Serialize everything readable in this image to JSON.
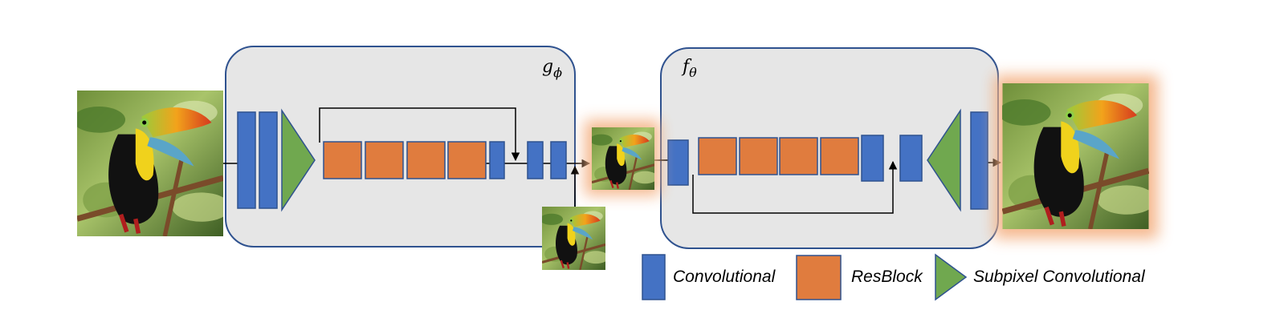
{
  "encoder": {
    "label_main": "g",
    "label_sub": "ϕ"
  },
  "decoder": {
    "label_main": "f",
    "label_sub": "θ"
  },
  "images": {
    "input": "toucan-photo",
    "downscaled": "toucan-photo-small",
    "reference": "toucan-photo-small",
    "output": "toucan-photo"
  },
  "legend": {
    "convolutional": "Convolutional",
    "resblock": "ResBlock",
    "subpixel": "Subpixel Convolutional"
  },
  "colors": {
    "conv": "#4472c4",
    "resblock": "#e07c3e",
    "subpixel": "#70a84f",
    "box_fill": "#e6e6e6",
    "box_stroke": "#2f528f",
    "glow": "#f4b183"
  }
}
